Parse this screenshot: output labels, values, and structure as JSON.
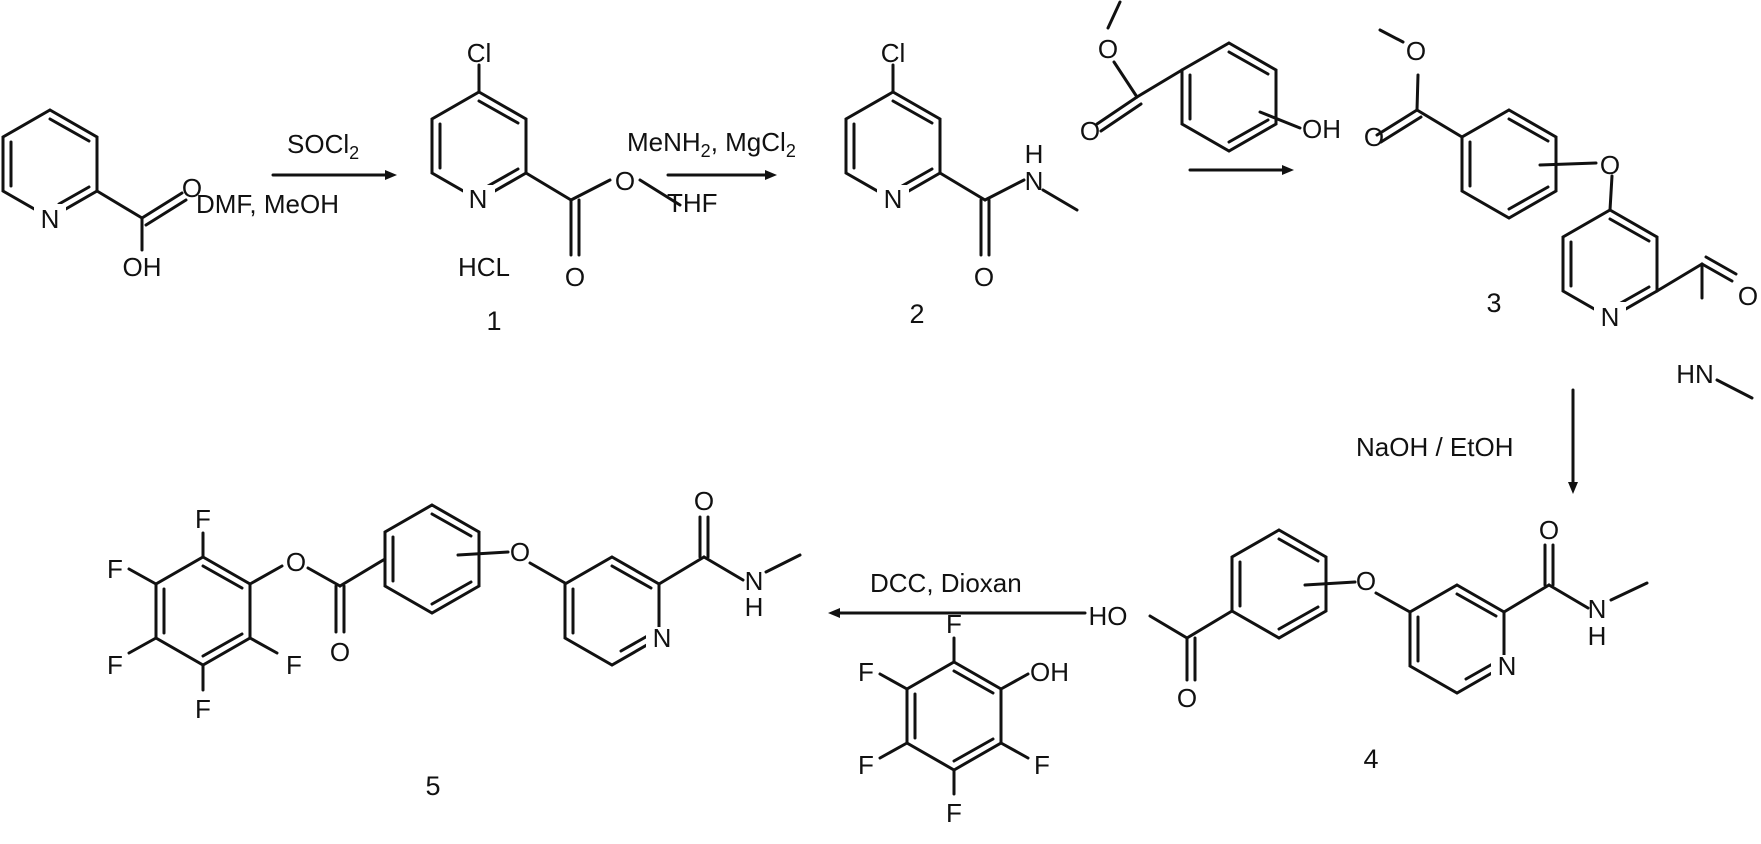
{
  "atoms": {
    "cl": "Cl",
    "n": "N",
    "o": "O",
    "oh": "OH",
    "ho": "HO",
    "h": "H",
    "hn": "HN",
    "f": "F",
    "hcl": "HCL"
  },
  "conditions": {
    "step1_top_main": "SOCl",
    "step1_top_sub": "2",
    "step1_bottom": "DMF, MeOH",
    "step2_top_a": "MeNH",
    "step2_top_a_sub": "2",
    "step2_top_b": ", MgCl",
    "step2_top_b_sub": "2",
    "step2_bottom": "THF",
    "step4": "NaOH / EtOH",
    "step5": "DCC, Dioxan"
  },
  "compounds": {
    "c1": "1",
    "c2": "2",
    "c3": "3",
    "c4": "4",
    "c5": "5"
  }
}
